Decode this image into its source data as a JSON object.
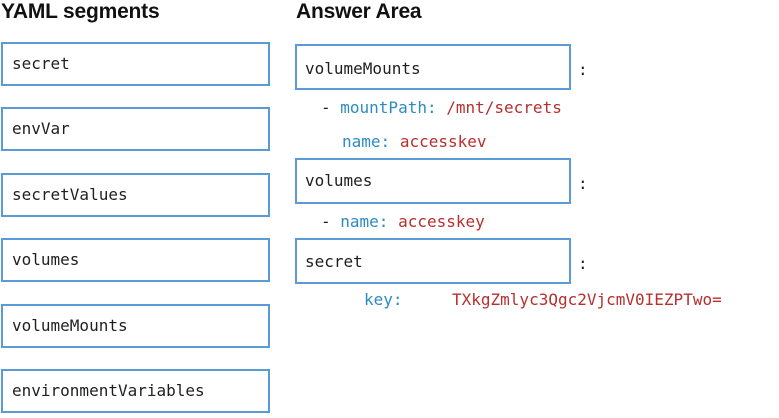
{
  "headings": {
    "segments": "YAML segments",
    "answer": "Answer Area"
  },
  "segments": [
    "secret",
    "envVar",
    "secretValues",
    "volumes",
    "volumeMounts",
    "environmentVariables"
  ],
  "answer_slots": [
    "volumeMounts",
    "volumes",
    "secret"
  ],
  "colon": ":",
  "yaml": {
    "line1": {
      "dash": "- ",
      "key": "mountPath:",
      "value": "/mnt/secrets"
    },
    "line2": {
      "key": "name:",
      "value": "accesskev"
    },
    "line3": {
      "dash": "- ",
      "key": "name:",
      "value": "accesskey"
    },
    "line4": {
      "key": "key:",
      "value": "TXkgZmlyc3Qgc2VjcmV0IEZPTwo="
    }
  },
  "colors": {
    "slot_border": "#5b9bd5",
    "yaml_key": "#2e8bc0",
    "yaml_value": "#b5302e"
  }
}
